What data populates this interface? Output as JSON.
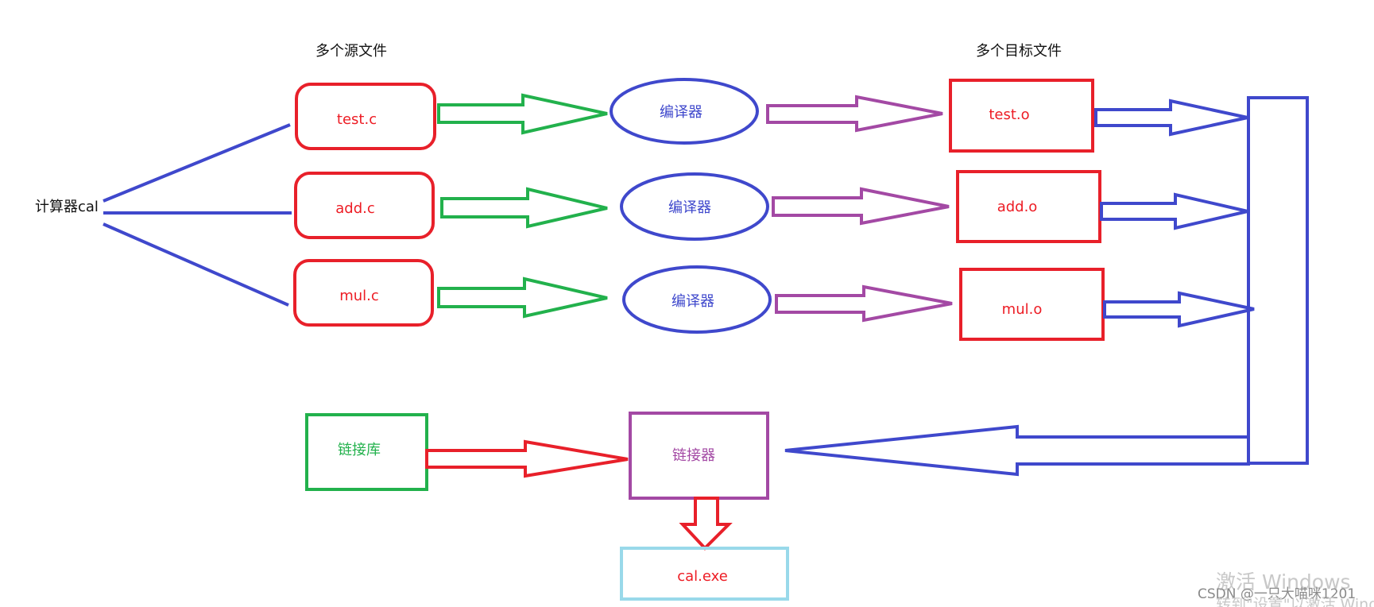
{
  "headers": {
    "sources": "多个源文件",
    "objects": "多个目标文件"
  },
  "program": "计算器cal",
  "sources": [
    "test.c",
    "add.c",
    "mul.c"
  ],
  "compiler": "编译器",
  "objects": [
    "test.o",
    "add.o",
    "mul.o"
  ],
  "library": "链接库",
  "linker": "链接器",
  "output": "cal.exe",
  "watermark": {
    "activate": "激活 Windows",
    "hint": "转到\"设置\"以激活 Windo",
    "credit": "CSDN @一只大喵咪1201"
  },
  "colors": {
    "source_box": "#e8202a",
    "compiler": "#3f48cc",
    "object_box": "#e8202a",
    "green_arrow": "#22b14c",
    "purple_arrow": "#a349a4",
    "blue": "#3f48cc",
    "library_box": "#22b14c",
    "linker_box": "#a349a4",
    "output_box": "#99d9ea",
    "red_text": "#ed1c24",
    "green_text": "#22b14c",
    "purple_text": "#a349a4"
  }
}
